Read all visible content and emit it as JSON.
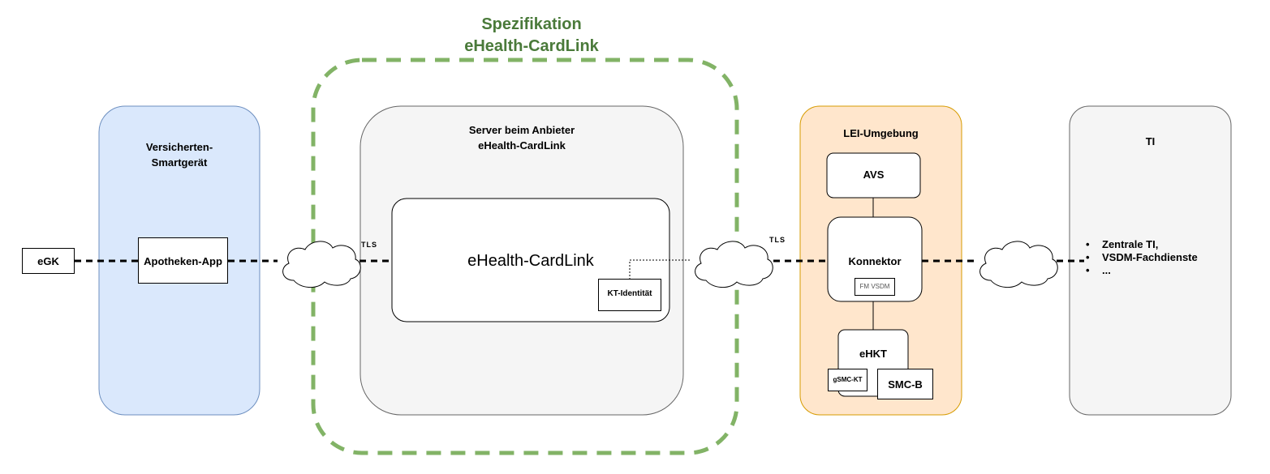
{
  "title_line1": "Spezifikation",
  "title_line2": "eHealth-CardLink",
  "colors": {
    "green_dashed": "#82b366",
    "title_green": "#4a7a3a",
    "blue_fill": "#dae8fc",
    "blue_stroke": "#6c8ebf",
    "gray_fill": "#f5f5f5",
    "gray_stroke": "#666666",
    "orange_fill": "#ffe6cc",
    "orange_stroke": "#d79b00"
  },
  "egk": "eGK",
  "versicherten": {
    "title_line1": "Versicherten-",
    "title_line2": "Smartgerät",
    "app": "Apotheken-App"
  },
  "server": {
    "title_line1": "Server beim Anbieter",
    "title_line2": "eHealth-CardLink",
    "main": "eHealth-CardLink",
    "kt": "KT-Identität"
  },
  "tls1": "TLS",
  "tls2": "TLS",
  "lei": {
    "title": "LEI-Umgebung",
    "avs": "AVS",
    "konnektor": "Konnektor",
    "fm": "FM VSDM",
    "ehkt": "eHKT",
    "gsmc": "gSMC-KT",
    "smcb": "SMC-B"
  },
  "ti": {
    "title": "TI",
    "items": [
      "Zentrale TI,",
      "VSDM-Fachdienste",
      "..."
    ]
  }
}
